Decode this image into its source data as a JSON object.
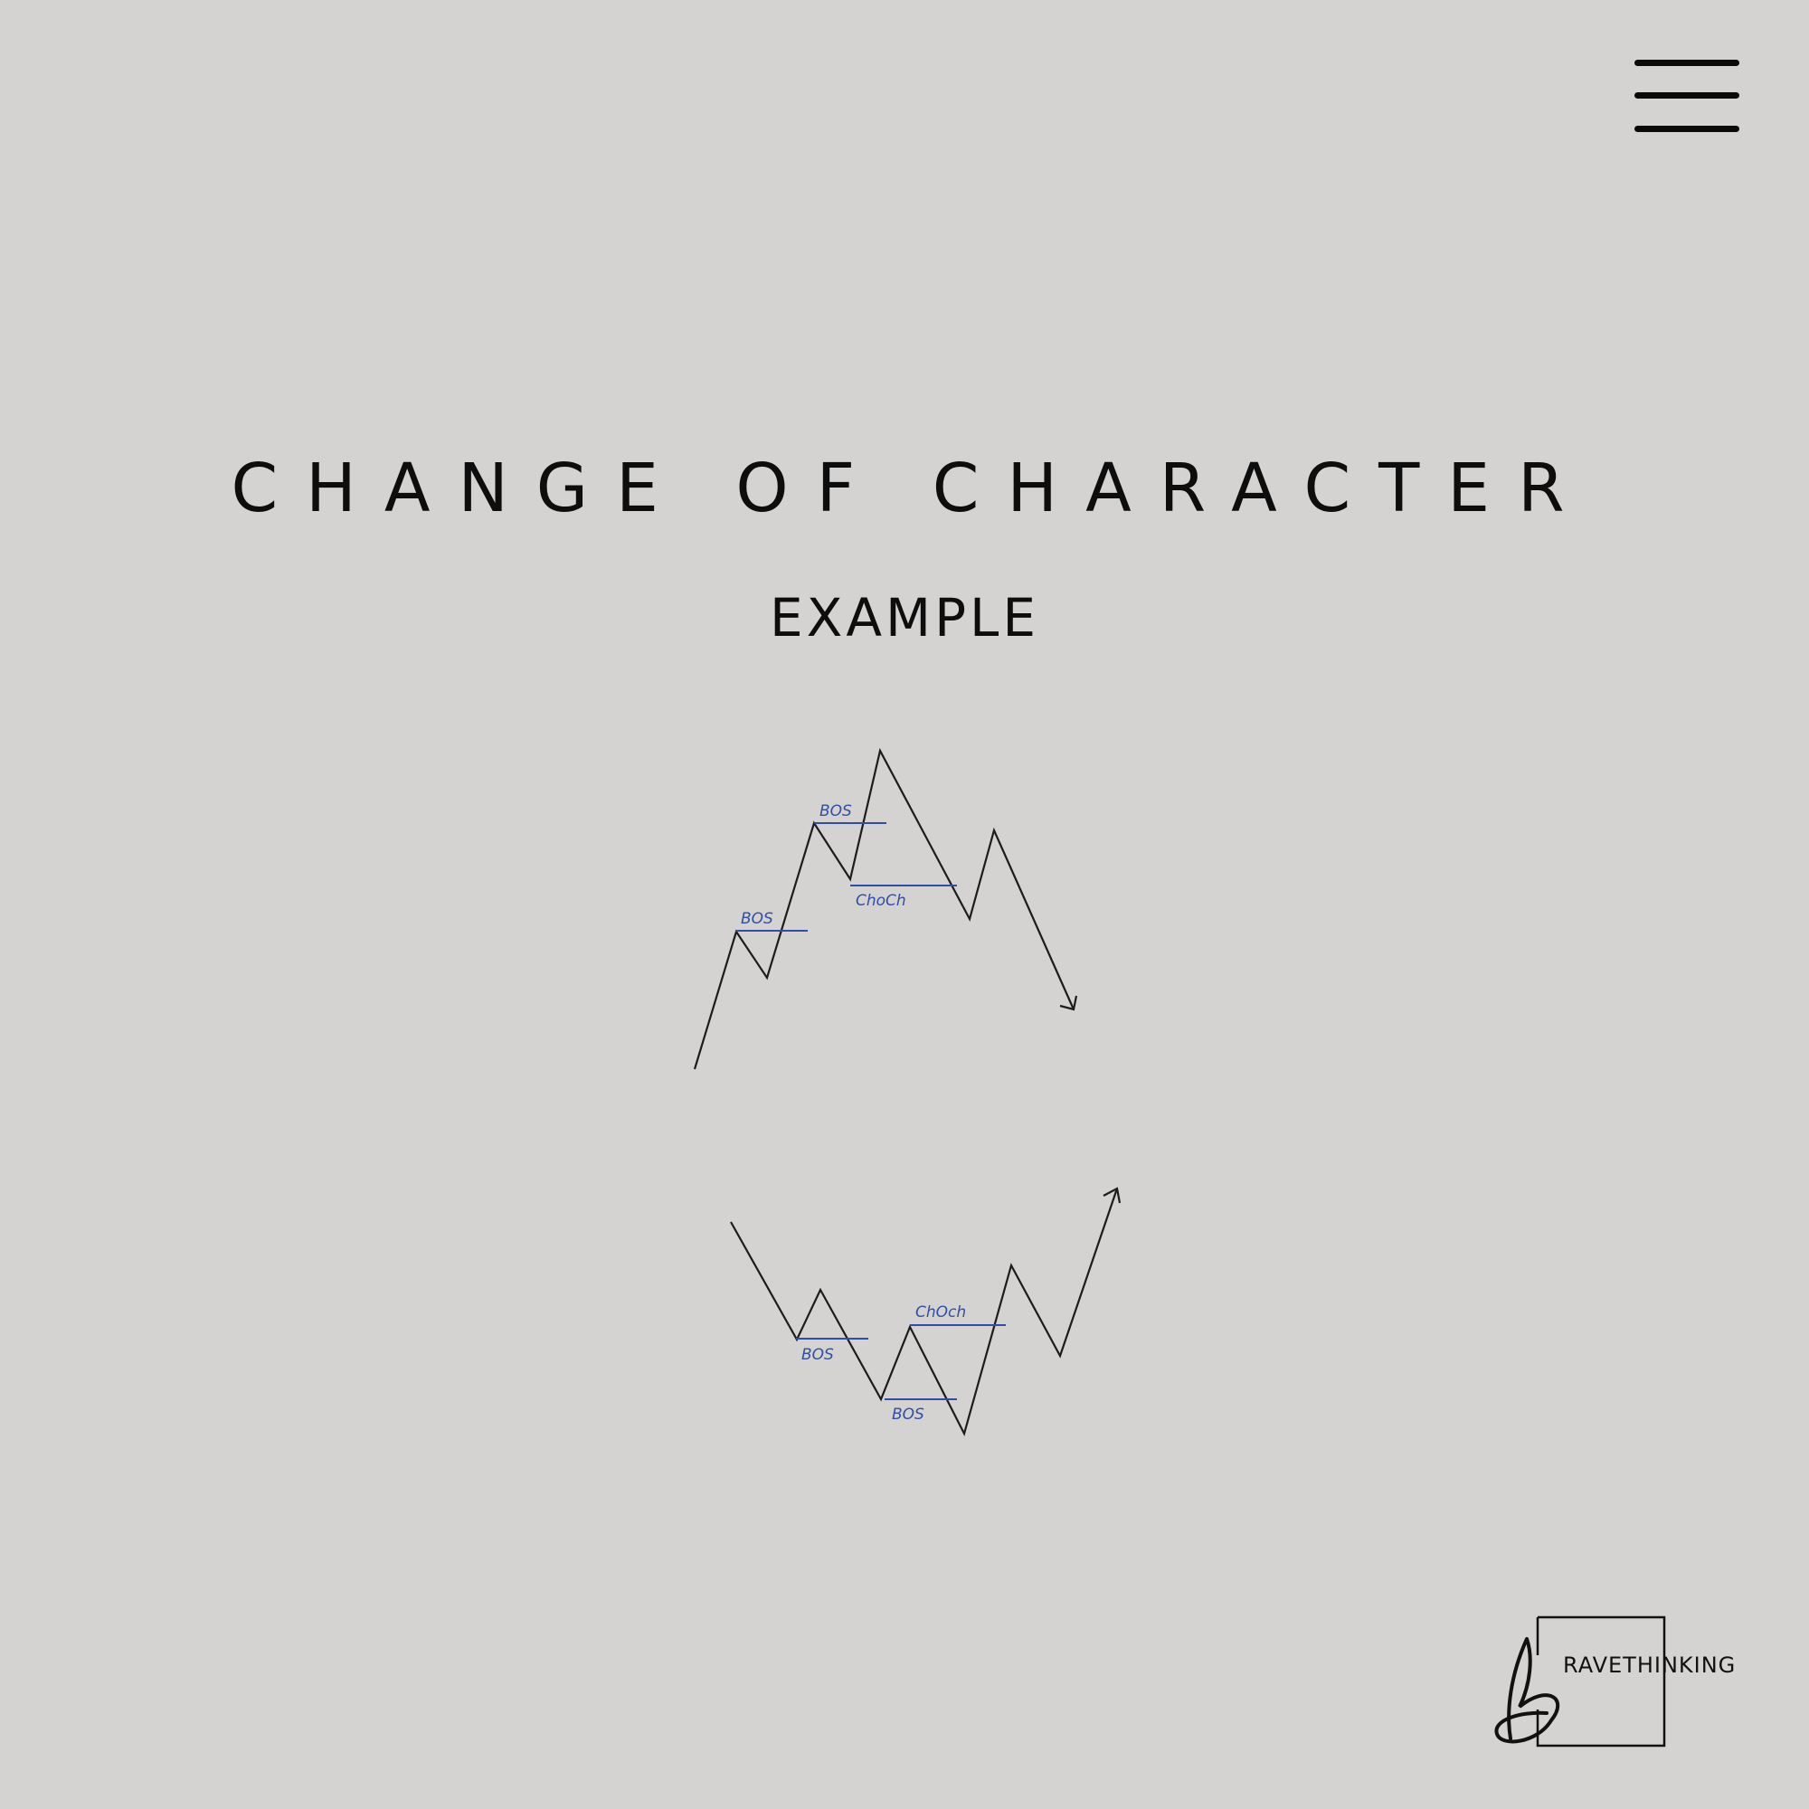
{
  "header": {
    "menu_icon": "hamburger-menu-icon"
  },
  "main": {
    "title": "CHANGE OF CHARACTER",
    "subtitle": "EXAMPLE"
  },
  "diagram": {
    "bearish": {
      "labels": [
        "BOS",
        "BOS",
        "ChoCh"
      ]
    },
    "bullish": {
      "labels": [
        "BOS",
        "BOS",
        "ChOch"
      ]
    },
    "colors": {
      "line": "#1c1c1c",
      "marker": "#2f4fa6"
    }
  },
  "footer": {
    "brand": "RAVETHINKING",
    "logo_icon": "b-monogram-logo-icon"
  },
  "colors": {
    "background": "#d4d3d1",
    "text": "#0d0d0d"
  }
}
